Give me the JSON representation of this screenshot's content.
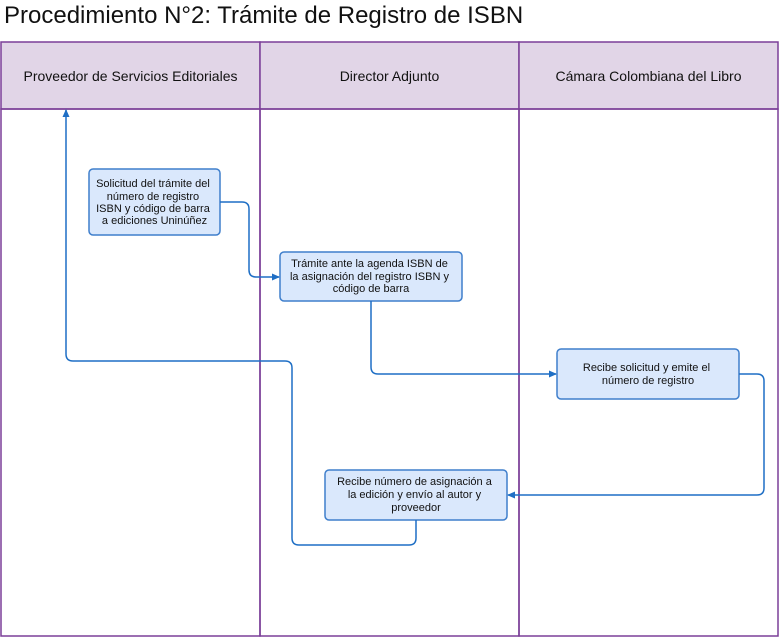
{
  "title": "Procedimiento N°2: Trámite de Registro de ISBN",
  "lanes": [
    "Proveedor de Servicios Editoriales",
    "Director Adjunto",
    "Cámara Colombiana del Libro"
  ],
  "steps": [
    [
      "Solicitud del trámite del",
      "número de registro",
      "ISBN y código de barra",
      "a ediciones Uninúñez"
    ],
    [
      "Trámite ante la agenda ISBN de",
      "la asignación del registro ISBN y",
      "código de barra"
    ],
    [
      "Recibe solicitud y emite el",
      "número de registro"
    ],
    [
      "Recibe número de asignación a",
      "la edición y envío al autor y",
      "proveedor"
    ]
  ],
  "colors": {
    "lane_border": "#7b3f98",
    "header_fill": "#e1d5e7",
    "box_fill": "#dae8fc",
    "box_stroke": "#3f7fcc",
    "arrow": "#1f6fc5"
  }
}
